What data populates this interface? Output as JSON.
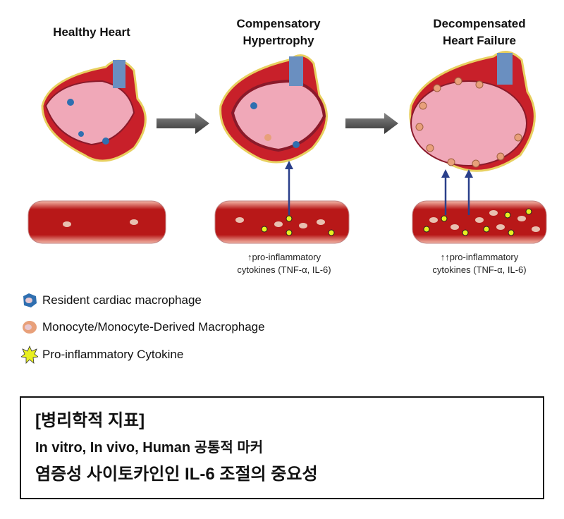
{
  "stages": [
    {
      "title": "Healthy Heart"
    },
    {
      "title_lines": [
        "Compensatory",
        "Hypertrophy"
      ],
      "caption_lines": [
        "↑pro-inflammatory",
        "cytokines (TNF-α, IL-6)"
      ]
    },
    {
      "title_lines": [
        "Decompensated",
        "Heart Failure"
      ],
      "caption_lines": [
        "↑↑pro-inflammatory",
        "cytokines (TNF-α, IL-6)"
      ]
    }
  ],
  "legend": [
    {
      "icon": "resident-macrophage-icon",
      "label": "Resident cardiac macrophage",
      "color": "#2f6fb0"
    },
    {
      "icon": "monocyte-icon",
      "label": "Monocyte/Monocyte-Derived Macrophage",
      "color": "#e8a07a"
    },
    {
      "icon": "cytokine-icon",
      "label": "Pro-inflammatory Cytokine",
      "color": "#e8f020"
    }
  ],
  "summary": {
    "heading": "[병리학적 지표]",
    "line2": "In vitro, In vivo, Human 공통적 마커",
    "line3": "염증성 사이토카인인 IL-6 조절의 중요성"
  }
}
